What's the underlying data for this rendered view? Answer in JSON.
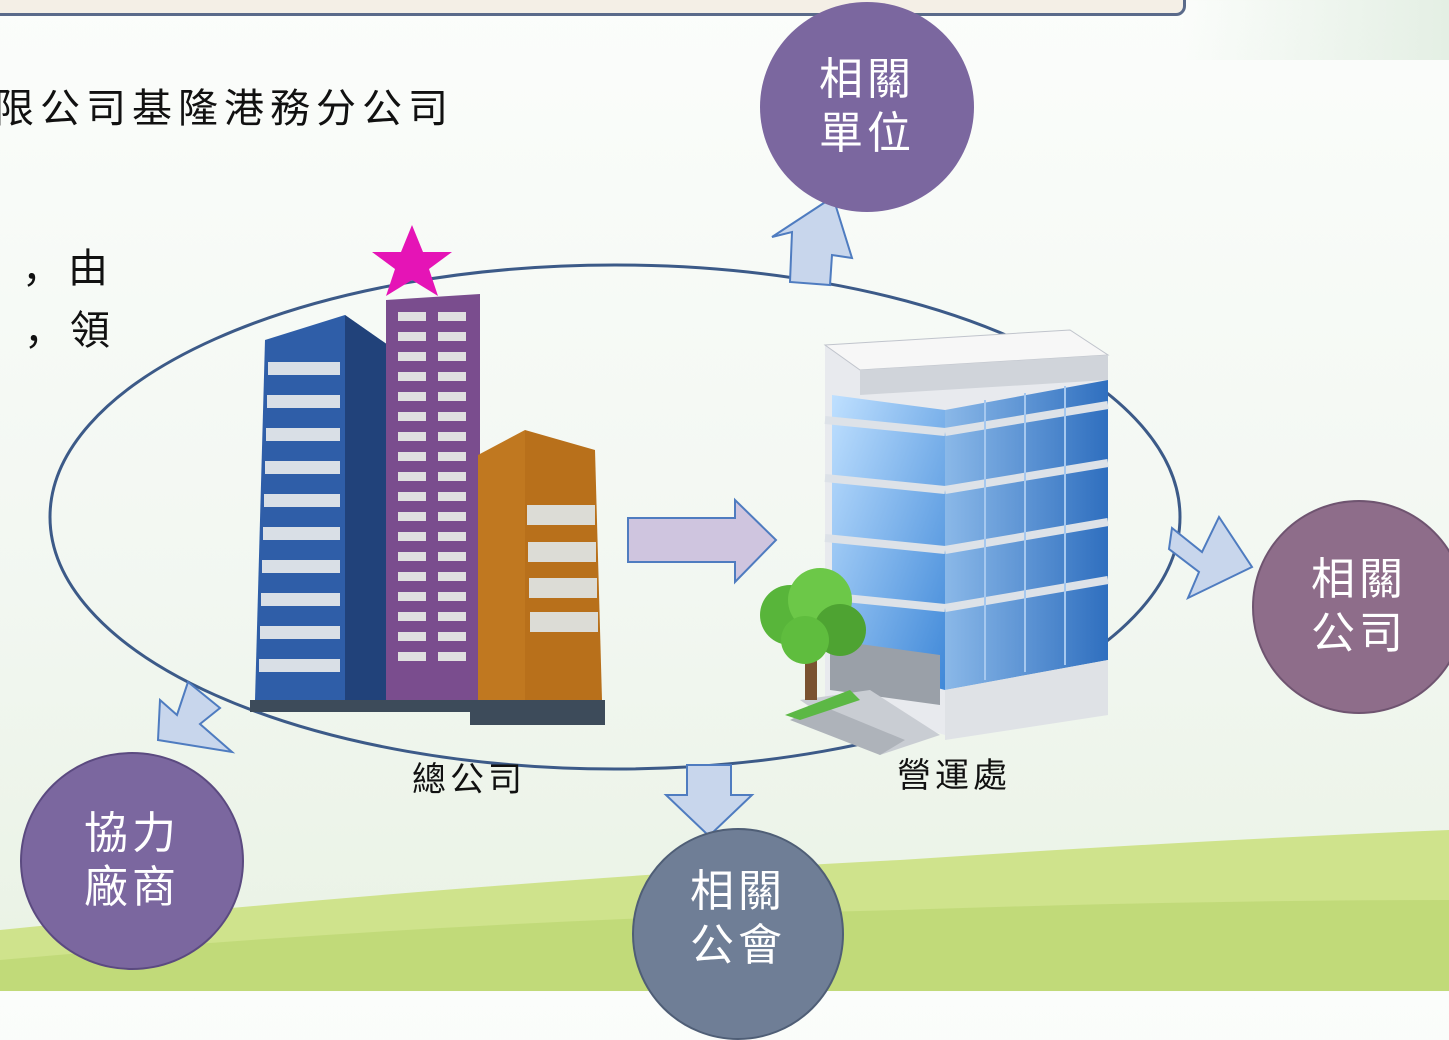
{
  "colors": {
    "purple_circle": "#7b679f",
    "mauve_circle": "#8e6d8a",
    "slate_circle": "#6f7e96",
    "ellipse_stroke": "#3c5a88",
    "arrow_fill": "#c8d6ec",
    "arrow_stroke": "#4f7cc0",
    "star": "#e514b6",
    "hill_green": "#cfe38c"
  },
  "text_fragments": {
    "line1": "限公司基隆港務分公司",
    "line2": "，由",
    "line3": "，領"
  },
  "nodes": {
    "top": {
      "line1": "相關",
      "line2": "單位"
    },
    "right": {
      "line1": "相關",
      "line2": "公司"
    },
    "bottom": {
      "line1": "相關",
      "line2": "公會"
    },
    "left": {
      "line1": "協力",
      "line2": "廠商"
    }
  },
  "labels": {
    "headquarters": "總公司",
    "branch": "營運處"
  },
  "icons": {
    "headquarters": "office-buildings-icon",
    "branch": "office-building-with-tree-icon",
    "star": "star-icon"
  }
}
